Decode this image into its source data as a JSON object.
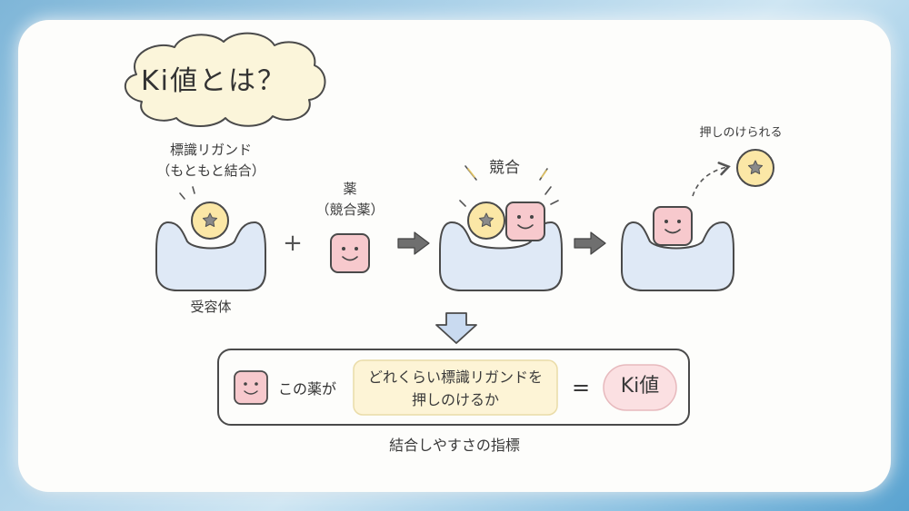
{
  "title": "Ki値とは？",
  "labels": {
    "ligand_line1": "標識リガンド",
    "ligand_line2": "（もともと結合）",
    "receptor": "受容体",
    "plus": "+",
    "drug_line1": "薬",
    "drug_line2": "（競合薬）",
    "compete": "競合",
    "pushed_out": "押しのけられる"
  },
  "equation": {
    "prefix": "この薬が",
    "middle_line1": "どれくらい標識リガンドを",
    "middle_line2": "押しのけるか",
    "equals": "=",
    "result": "Ki値"
  },
  "caption": "結合しやすさの指標",
  "colors": {
    "receptor_fill": "#dfe9f6",
    "ligand_fill": "#fbe7a6",
    "drug_fill": "#f7c9cd",
    "arrow_fill": "#6f6f6f",
    "down_arrow_fill": "#c9daf0",
    "highlight_fill": "#fdf4d6",
    "result_fill": "#fbe0e2"
  },
  "icons": [
    "cloud-shape",
    "star-icon",
    "smiley-face-icon",
    "arrow-right-icon",
    "arrow-down-icon",
    "dashed-curve-arrow"
  ]
}
